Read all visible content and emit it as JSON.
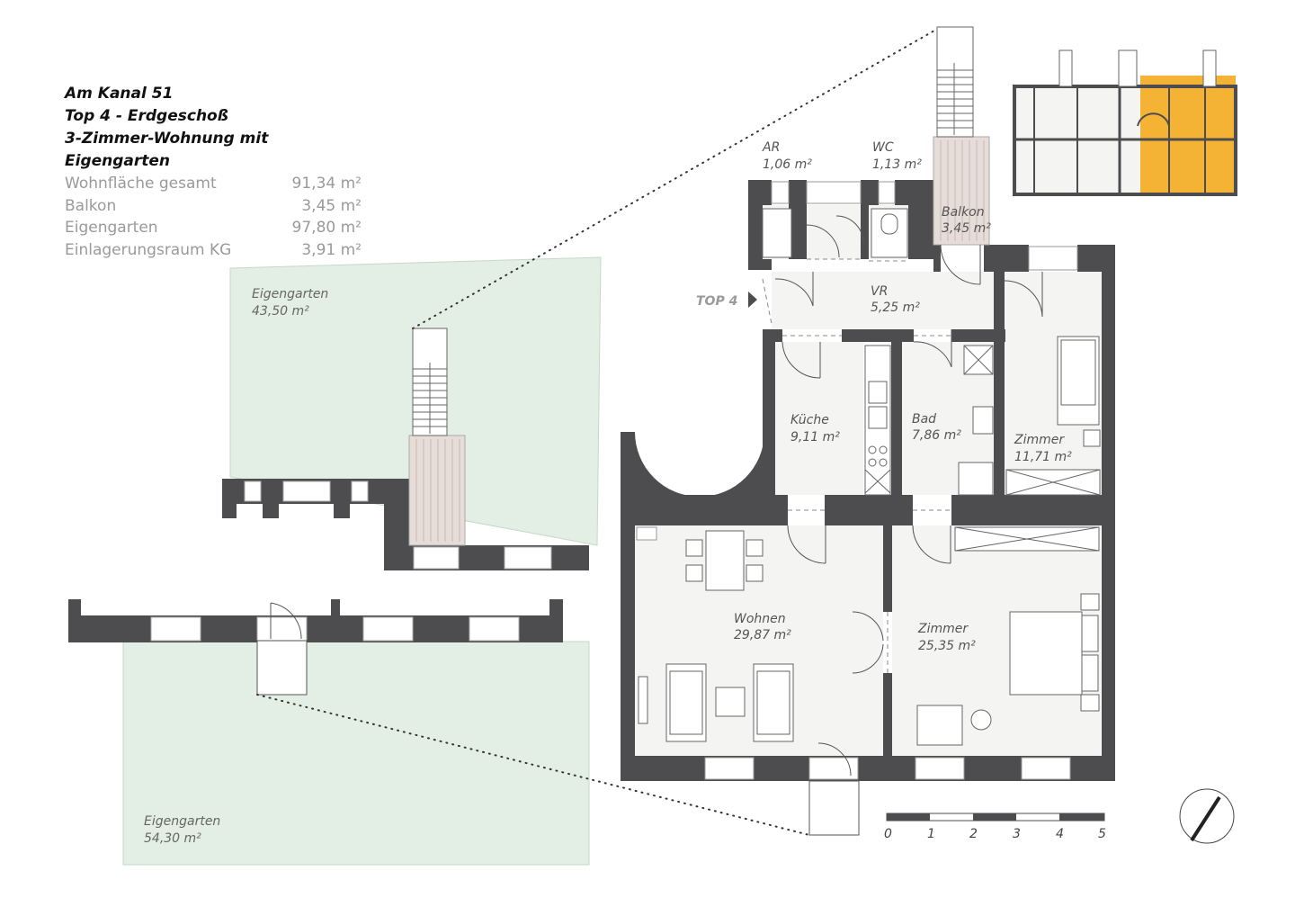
{
  "header": {
    "title_lines": [
      "Am Kanal 51",
      "Top 4 - Erdgeschoß",
      "3-Zimmer-Wohnung mit Eigengarten"
    ],
    "areas": [
      {
        "label": "Wohnfläche gesamt",
        "value": "91,34 m²"
      },
      {
        "label": "Balkon",
        "value": "3,45 m²"
      },
      {
        "label": "Eigengarten",
        "value": "97,80 m²"
      },
      {
        "label": "Einlagerungsraum KG",
        "value": "3,91 m²"
      }
    ]
  },
  "rooms": {
    "ar": {
      "name": "AR",
      "area": "1,06 m²"
    },
    "wc": {
      "name": "WC",
      "area": "1,13 m²"
    },
    "balkon": {
      "name": "Balkon",
      "area": "3,45 m²"
    },
    "vr": {
      "name": "VR",
      "area": "5,25 m²"
    },
    "kueche": {
      "name": "Küche",
      "area": "9,11 m²"
    },
    "bad": {
      "name": "Bad",
      "area": "7,86 m²"
    },
    "zimmer_small": {
      "name": "Zimmer",
      "area": "11,71 m²"
    },
    "wohnen": {
      "name": "Wohnen",
      "area": "29,87 m²"
    },
    "zimmer_large": {
      "name": "Zimmer",
      "area": "25,35 m²"
    }
  },
  "gardens": {
    "upper": {
      "name": "Eigengarten",
      "area": "43,50 m²"
    },
    "lower": {
      "name": "Eigengarten",
      "area": "54,30 m²"
    }
  },
  "entrance_label": "TOP 4",
  "scale_labels": [
    "0",
    "1",
    "2",
    "3",
    "4",
    "5"
  ],
  "colors": {
    "wall": "#4d4d4f",
    "room_fill": "#f4f4f3",
    "garden": "#e3eee4",
    "balcony": "#e6dcd8",
    "highlight": "#f5b335",
    "dotted": "#333333"
  }
}
